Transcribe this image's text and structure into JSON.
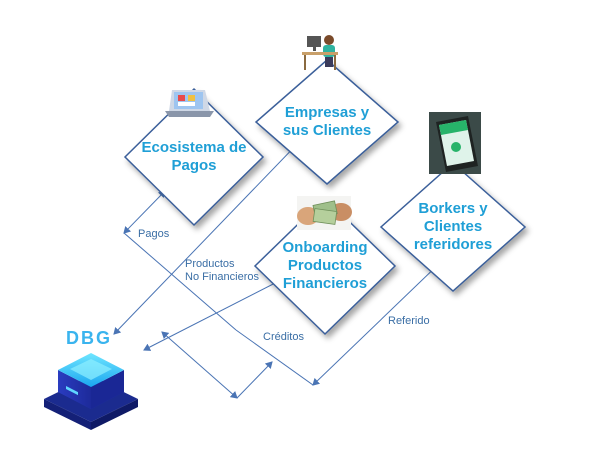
{
  "nodes": {
    "ecosistema": "Ecosistema de Pagos",
    "empresas": "Empresas y sus Clientes",
    "onboarding": "Onboarding Productos Financieros",
    "borkers": "Borkers y Clientes referidores"
  },
  "edge_labels": {
    "pagos": "Pagos",
    "productos": "Productos\nNo Financieros",
    "creditos": "Créditos",
    "referido": "Referido"
  },
  "platform": {
    "name": "DBG"
  },
  "colors": {
    "node_border": "#3a5f9a",
    "node_text": "#1f9fd6",
    "arrow": "#4a74b4",
    "label": "#3a6ea5",
    "dbg_text": "#3ab4ee",
    "server_base": "#1b2b8f",
    "server_top": "#2dd3ff"
  },
  "icons": {
    "ecosistema": "laptop-store-icon",
    "empresas": "person-at-desk-icon",
    "onboarding": "money-hands-icon",
    "borkers": "smartphone-app-icon"
  }
}
